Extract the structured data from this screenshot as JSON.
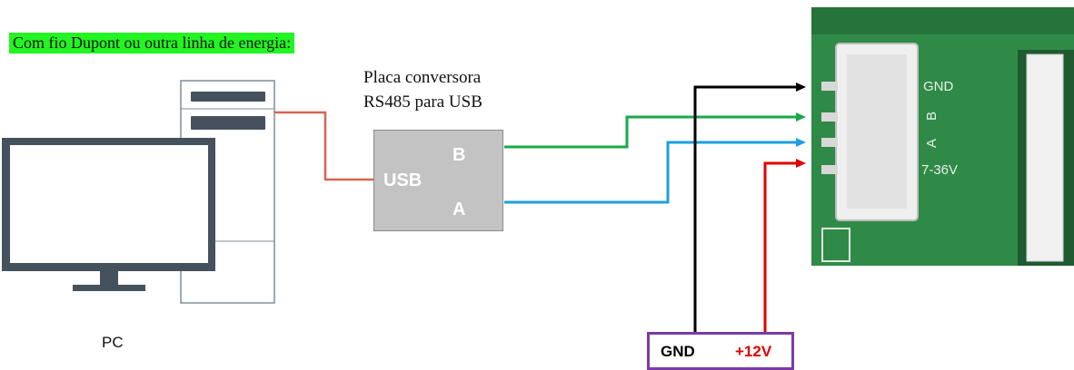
{
  "header": {
    "text": "Com fio Dupont ou outra linha de energia:"
  },
  "pc": {
    "label": "PC"
  },
  "converter": {
    "title_line1": "Placa conversora",
    "title_line2": "RS485 para USB",
    "port_usb": "USB",
    "port_b": "B",
    "port_a": "A"
  },
  "power_supply": {
    "gnd_label": "GND",
    "vcc_label": "+12V"
  },
  "board": {
    "pin_gnd": "GND",
    "pin_b": "B",
    "pin_a": "A",
    "pin_power": "7-36V"
  },
  "colors": {
    "header_highlight": "#22f522",
    "usb_cable": "#d86450",
    "wire_b": "#1aa84a",
    "wire_a": "#1e9fe0",
    "wire_gnd": "#000000",
    "wire_vcc": "#e00000",
    "psu_border": "#7a3aa8",
    "pcb_green": "#2f8a48"
  }
}
